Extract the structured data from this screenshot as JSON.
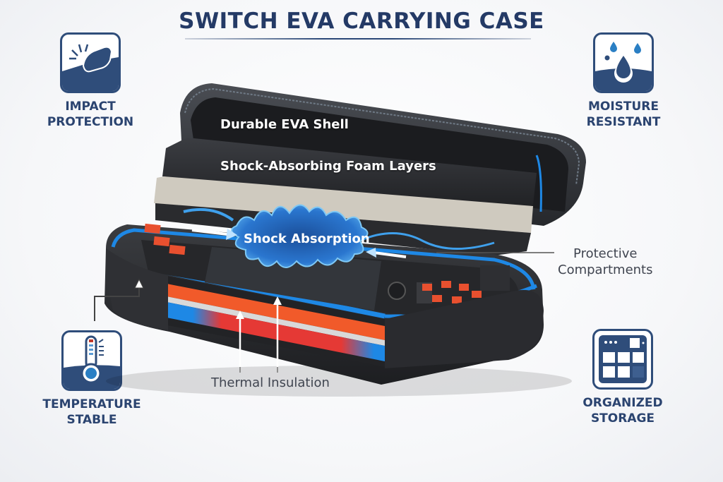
{
  "title": "SWITCH EVA CARRYING CASE",
  "features": [
    {
      "id": "impact",
      "icon": "impact-fist-icon",
      "label_line1": "IMPACT",
      "label_line2": "PROTECTION"
    },
    {
      "id": "moisture",
      "icon": "water-drops-icon",
      "label_line1": "MOISTURE",
      "label_line2": "RESISTANT"
    },
    {
      "id": "temperature",
      "icon": "thermometer-icon",
      "label_line1": "TEMPERATURE",
      "label_line2": "STABLE"
    },
    {
      "id": "storage",
      "icon": "storage-grid-icon",
      "label_line1": "ORGANIZED",
      "label_line2": "STORAGE"
    }
  ],
  "callouts": {
    "shell": "Durable EVA Shell",
    "foam": "Shock-Absorbing Foam Layers",
    "shock": "Shock Absorption",
    "compartments_line1": "Protective",
    "compartments_line2": "Compartments",
    "thermal": "Thermal Insulation"
  },
  "colors": {
    "brand_navy": "#243a66",
    "icon_navy": "#2f4d7a",
    "accent_blue": "#1e88e5",
    "accent_orange": "#f0502a",
    "case_dark": "#2b2d31"
  }
}
